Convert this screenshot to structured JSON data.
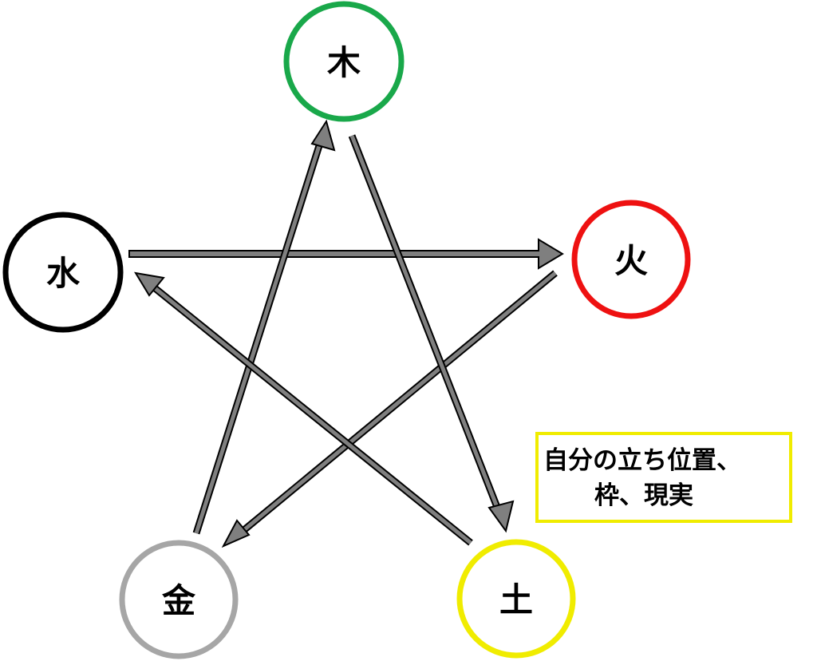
{
  "nodes": {
    "wood": {
      "label": "木",
      "color": "#19a84a"
    },
    "fire": {
      "label": "火",
      "color": "#ee1111"
    },
    "earth": {
      "label": "土",
      "color": "#f0ec00"
    },
    "metal": {
      "label": "金",
      "color": "#a6a6a6"
    },
    "water": {
      "label": "水",
      "color": "#000000"
    }
  },
  "arrow_color": "#7f7f7f",
  "arrow_outline": "#000000",
  "note": {
    "line1": "自分の立ち位置、",
    "line2": "枠、現実",
    "border_color": "#f0ec00"
  }
}
